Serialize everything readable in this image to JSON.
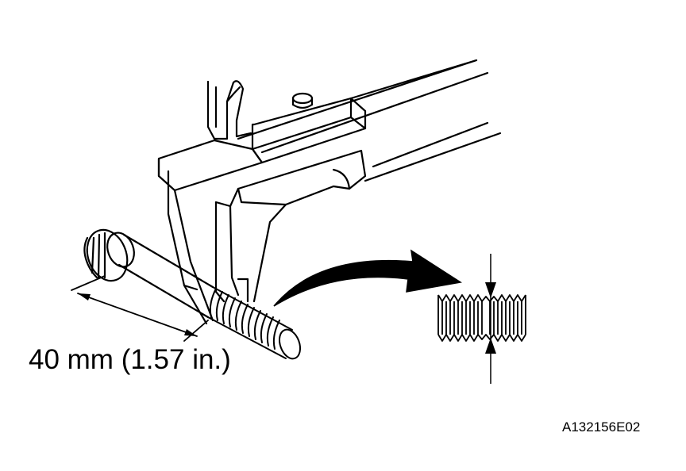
{
  "illustration": {
    "subject": "vernier caliper measuring bolt thread diameter",
    "measurement_label": "40 mm (1.57 in.)",
    "figure_code": "A132156E02"
  },
  "colors": {
    "line": "#000000",
    "background": "#ffffff"
  }
}
